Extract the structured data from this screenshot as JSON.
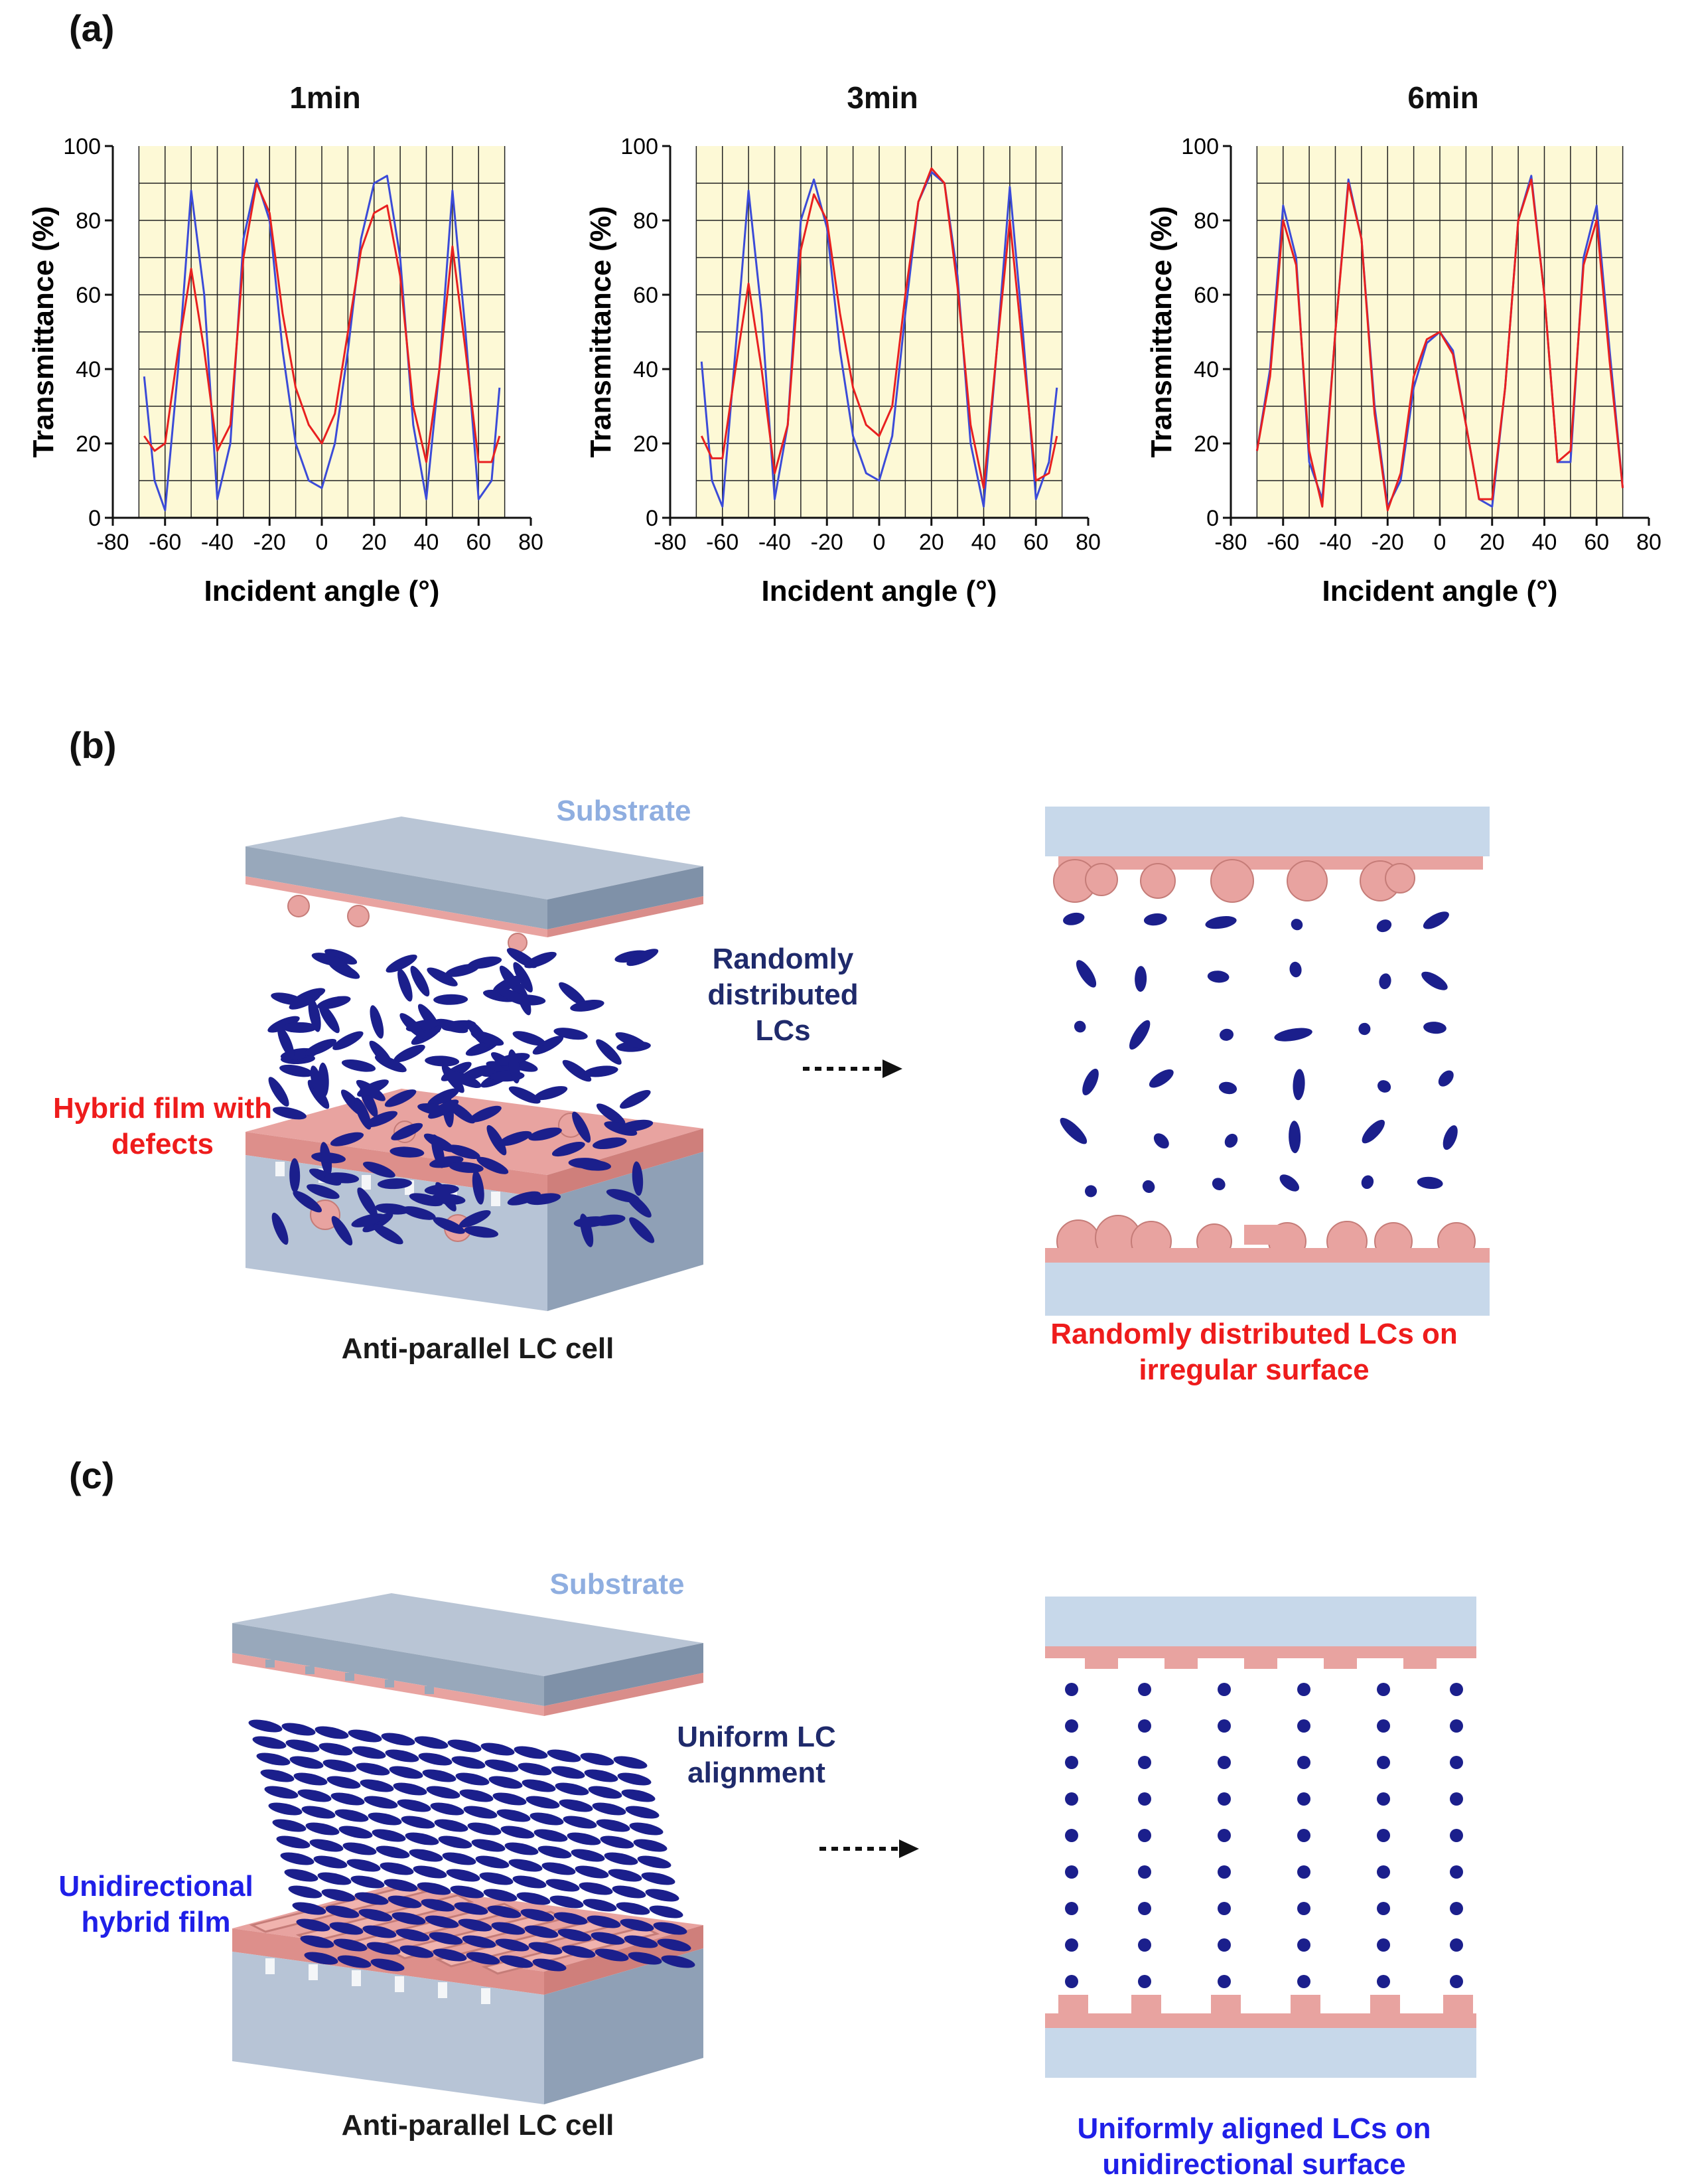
{
  "panels": {
    "a": "(a)",
    "b": "(b)",
    "c": "(c)"
  },
  "chart_data": [
    {
      "type": "line",
      "title": "1min",
      "xlabel": "Incident angle (°)",
      "ylabel": "Transmittance (%)",
      "xlim": [
        -80,
        80
      ],
      "ylim": [
        0,
        100
      ],
      "xticks": [
        -80,
        -60,
        -40,
        -20,
        0,
        20,
        40,
        60,
        80
      ],
      "yticks": [
        0,
        20,
        40,
        60,
        80,
        100
      ],
      "grid": true,
      "series": [
        {
          "color": "#3b4bd8",
          "x": [
            -68,
            -64,
            -60,
            -55,
            -50,
            -45,
            -40,
            -35,
            -30,
            -25,
            -20,
            -15,
            -10,
            -5,
            0,
            5,
            10,
            15,
            20,
            25,
            30,
            35,
            40,
            45,
            50,
            55,
            60,
            65,
            68
          ],
          "y": [
            38,
            10,
            2,
            40,
            88,
            60,
            5,
            20,
            75,
            91,
            80,
            45,
            20,
            10,
            8,
            20,
            45,
            75,
            90,
            92,
            70,
            25,
            5,
            40,
            88,
            50,
            5,
            10,
            35
          ]
        },
        {
          "color": "#e82020",
          "x": [
            -68,
            -64,
            -60,
            -55,
            -50,
            -45,
            -40,
            -35,
            -30,
            -25,
            -20,
            -15,
            -10,
            -5,
            0,
            5,
            10,
            15,
            20,
            25,
            30,
            35,
            40,
            45,
            50,
            55,
            60,
            65,
            68
          ],
          "y": [
            22,
            18,
            20,
            45,
            67,
            45,
            18,
            25,
            70,
            90,
            82,
            55,
            35,
            25,
            20,
            28,
            50,
            72,
            82,
            84,
            65,
            30,
            15,
            40,
            73,
            45,
            15,
            15,
            22
          ]
        }
      ]
    },
    {
      "type": "line",
      "title": "3min",
      "xlabel": "Incident angle (°)",
      "ylabel": "Transmittance (%)",
      "xlim": [
        -80,
        80
      ],
      "ylim": [
        0,
        100
      ],
      "xticks": [
        -80,
        -60,
        -40,
        -20,
        0,
        20,
        40,
        60,
        80
      ],
      "yticks": [
        0,
        20,
        40,
        60,
        80,
        100
      ],
      "grid": true,
      "series": [
        {
          "color": "#3b4bd8",
          "x": [
            -68,
            -64,
            -60,
            -55,
            -50,
            -45,
            -40,
            -35,
            -30,
            -25,
            -20,
            -15,
            -10,
            -5,
            0,
            5,
            10,
            15,
            20,
            25,
            30,
            35,
            40,
            45,
            50,
            55,
            60,
            65,
            68
          ],
          "y": [
            42,
            10,
            3,
            45,
            88,
            55,
            5,
            25,
            80,
            91,
            78,
            45,
            22,
            12,
            10,
            22,
            55,
            85,
            93,
            90,
            65,
            20,
            3,
            45,
            89,
            50,
            5,
            15,
            35
          ]
        },
        {
          "color": "#e82020",
          "x": [
            -68,
            -64,
            -60,
            -55,
            -50,
            -45,
            -40,
            -35,
            -30,
            -25,
            -20,
            -15,
            -10,
            -5,
            0,
            5,
            10,
            15,
            20,
            25,
            30,
            35,
            40,
            45,
            50,
            55,
            60,
            65,
            68
          ],
          "y": [
            22,
            16,
            16,
            40,
            63,
            40,
            12,
            25,
            72,
            87,
            80,
            55,
            35,
            25,
            22,
            30,
            60,
            85,
            94,
            90,
            62,
            25,
            8,
            45,
            80,
            45,
            10,
            12,
            22
          ]
        }
      ]
    },
    {
      "type": "line",
      "title": "6min",
      "xlabel": "Incident angle (°)",
      "ylabel": "Transmittance (%)",
      "xlim": [
        -80,
        80
      ],
      "ylim": [
        0,
        100
      ],
      "xticks": [
        -80,
        -60,
        -40,
        -20,
        0,
        20,
        40,
        60,
        80
      ],
      "yticks": [
        0,
        20,
        40,
        60,
        80,
        100
      ],
      "grid": true,
      "series": [
        {
          "color": "#3b4bd8",
          "x": [
            -70,
            -65,
            -60,
            -55,
            -50,
            -45,
            -40,
            -35,
            -30,
            -25,
            -20,
            -15,
            -10,
            -5,
            0,
            5,
            10,
            15,
            20,
            25,
            30,
            35,
            40,
            45,
            50,
            55,
            60,
            65,
            70
          ],
          "y": [
            18,
            40,
            84,
            70,
            15,
            5,
            50,
            91,
            75,
            30,
            3,
            10,
            35,
            47,
            50,
            45,
            25,
            5,
            3,
            35,
            80,
            92,
            60,
            15,
            15,
            70,
            84,
            45,
            8
          ]
        },
        {
          "color": "#e82020",
          "x": [
            -70,
            -65,
            -60,
            -55,
            -50,
            -45,
            -40,
            -35,
            -30,
            -25,
            -20,
            -15,
            -10,
            -5,
            0,
            5,
            10,
            15,
            20,
            25,
            30,
            35,
            40,
            45,
            50,
            55,
            60,
            65,
            70
          ],
          "y": [
            18,
            38,
            80,
            68,
            18,
            3,
            50,
            90,
            75,
            28,
            2,
            12,
            38,
            48,
            50,
            44,
            25,
            5,
            5,
            35,
            80,
            91,
            60,
            15,
            18,
            68,
            80,
            42,
            8
          ]
        }
      ]
    }
  ],
  "diagram_b": {
    "substrate": "Substrate",
    "lcs": "Randomly distributed LCs",
    "film": "Hybrid film with defects",
    "cell": "Anti-parallel LC cell",
    "result": "Randomly distributed LCs on irregular surface"
  },
  "diagram_c": {
    "substrate": "Substrate",
    "lcs": "Uniform LC alignment",
    "film": "Unidirectional hybrid film",
    "cell": "Anti-parallel LC cell",
    "result": "Uniformly aligned LCs on unidirectional surface"
  },
  "colors": {
    "substrate_top": "#b7c4d6",
    "substrate_side": "#8fa0b6",
    "film": "#e8a3a0",
    "lc": "#1b1f8c",
    "red_text": "#ee1c1c",
    "navy_text": "#1f2a6b",
    "blue_text": "#1f1fe8"
  }
}
